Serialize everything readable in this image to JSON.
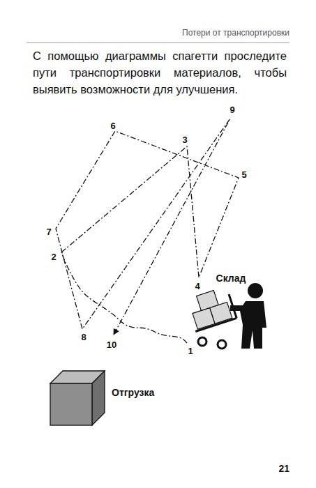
{
  "diagram": {
    "caption": "С помощью диаграммы спагетти проследите пути транспортировки материалов, чтобы выявить возможности для улучшения.",
    "labels": [
      "Потери от транспортировки",
      "9",
      "6",
      "3",
      "5",
      "7",
      "2",
      "4",
      "8",
      "10",
      "1",
      "Склад",
      "Отгрузка",
      "21"
    ]
  }
}
